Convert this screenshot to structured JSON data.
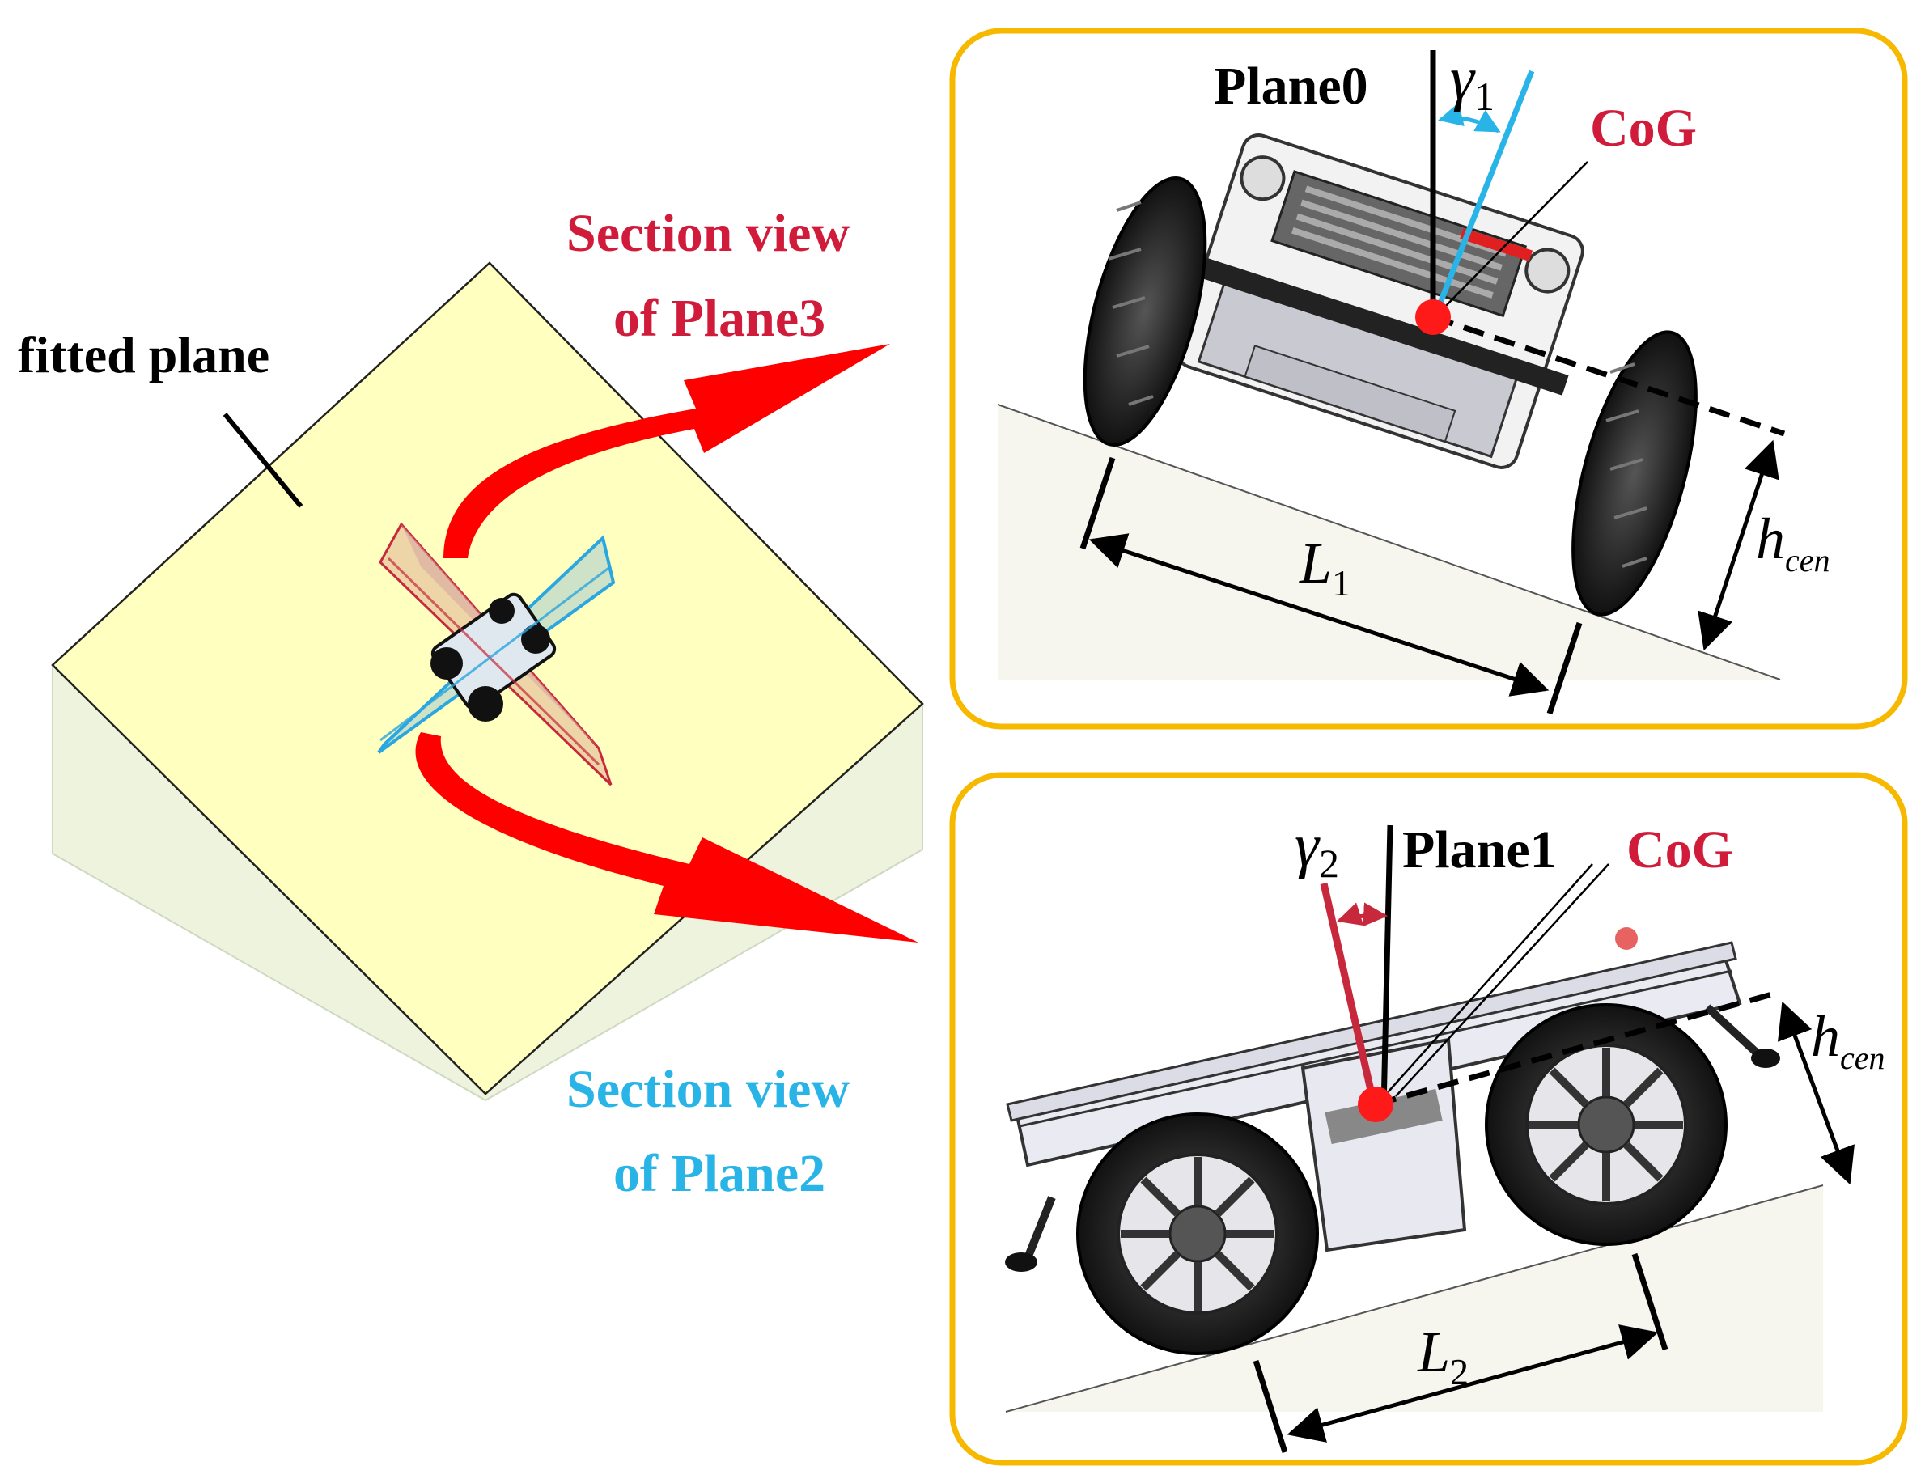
{
  "colors": {
    "plane_fill": "#ffffc0",
    "plane_side": "#eef3de",
    "arrow_red": "#ff0000",
    "red_text": "#d01c3a",
    "cog_red": "#ff1a1a",
    "blue_text": "#29b4e8",
    "plane_blue": "#2aa6e0",
    "plane_red": "#c8283c",
    "panel_border": "#f7b800"
  },
  "left": {
    "fitted_plane": "fitted plane",
    "section3_line1": "Section view",
    "section3_line2": "of Plane3",
    "section2_line1": "Section view",
    "section2_line2": "of Plane2"
  },
  "top_panel": {
    "plane_label": "Plane0",
    "angle_base": "γ",
    "angle_sub": "1",
    "cog_label": "CoG",
    "length_base": "L",
    "length_sub": "1",
    "height_base": "h",
    "height_sub": "cen"
  },
  "bottom_panel": {
    "plane_label": "Plane1",
    "angle_base": "γ",
    "angle_sub": "2",
    "cog_label": "CoG",
    "length_base": "L",
    "length_sub": "2",
    "height_base": "h",
    "height_sub": "cen"
  },
  "icons": {
    "robot_front": "robot-front-view-icon",
    "robot_side": "robot-side-view-icon",
    "robot_small": "robot-top-view-icon"
  }
}
